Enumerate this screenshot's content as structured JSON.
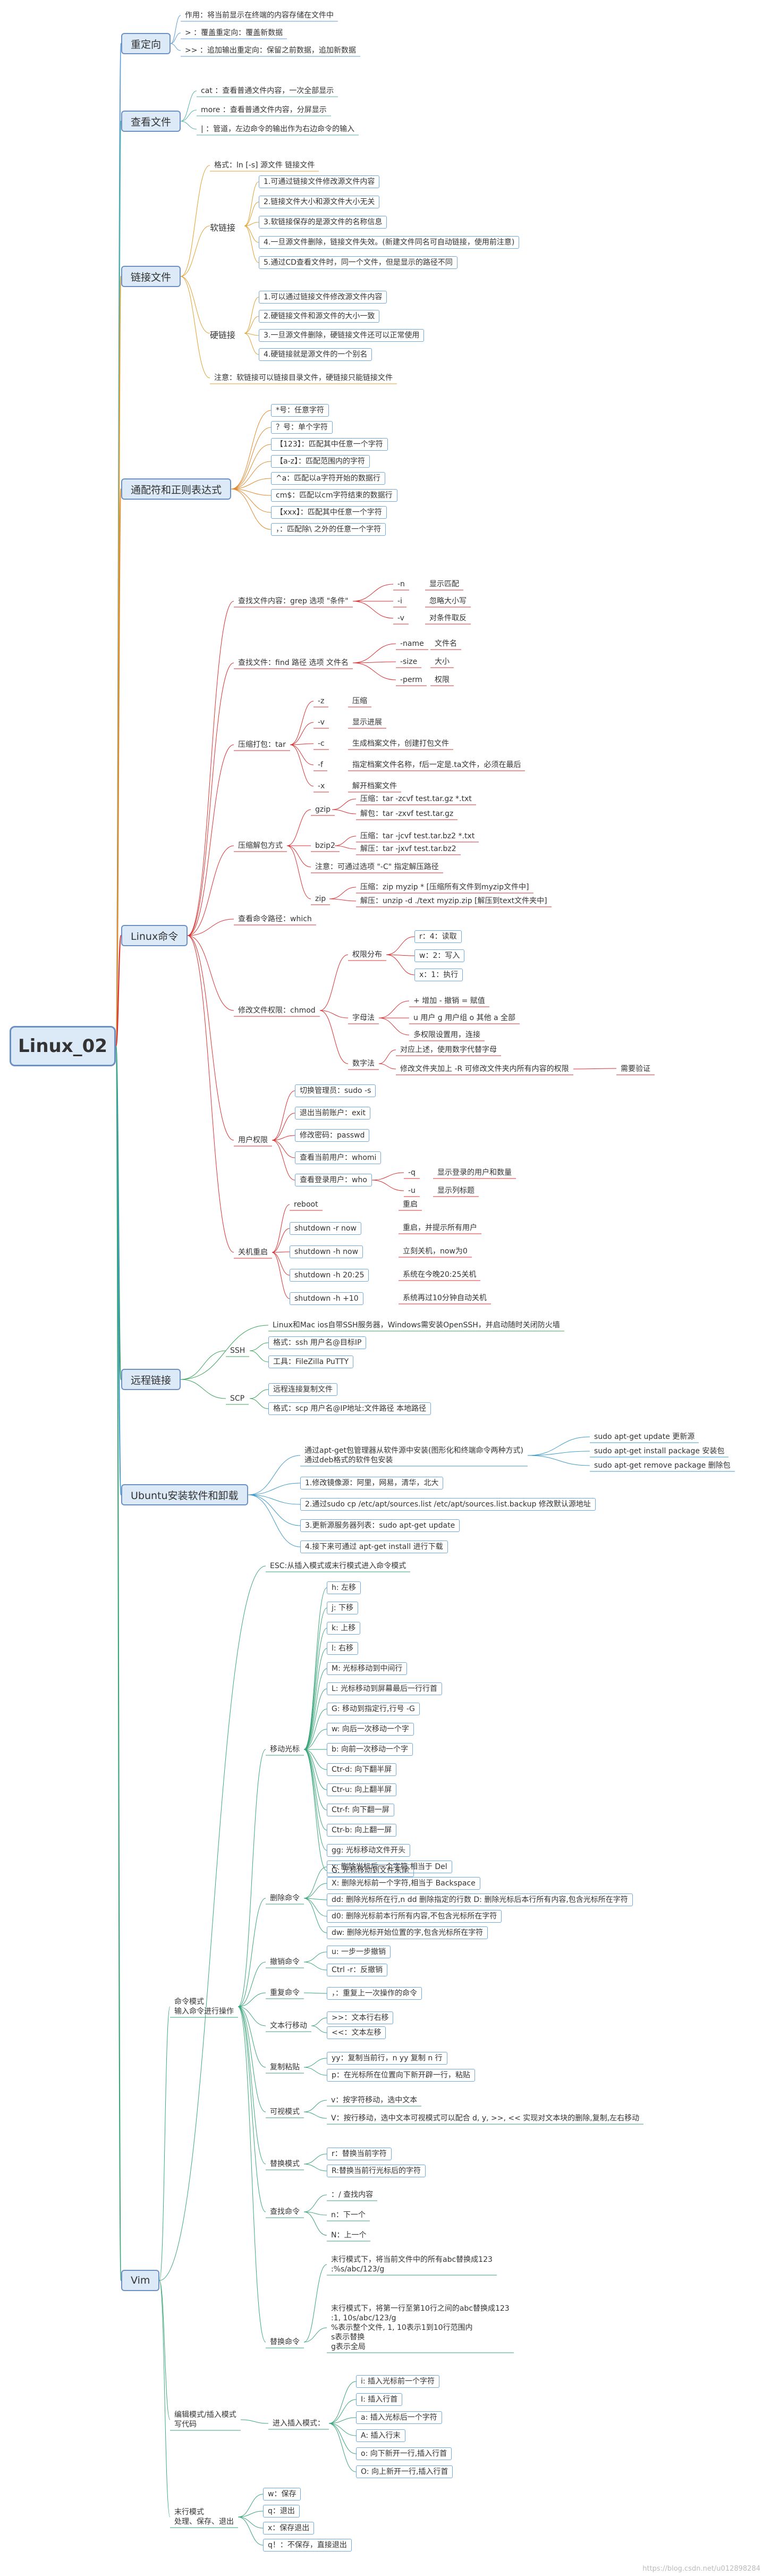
{
  "root": "Linux_02",
  "branches": {
    "redirect": {
      "title": "重定向",
      "items": [
        "作用：将当前显示在终端的内容存储在文件中",
        "> ：覆盖重定向：覆盖新数据",
        ">> ：追加输出重定向：保留之前数据，追加新数据"
      ]
    },
    "view_file": {
      "title": "查看文件",
      "items": [
        "cat ：查看普通文件内容，一次全部显示",
        "more ：查看普通文件内容，分屏显示",
        "| ：管道，左边命令的输出作为右边命令的输入"
      ]
    },
    "link_file": {
      "title": "链接文件",
      "format": "格式：ln [-s] 源文件 链接文件",
      "soft_label": "软链接",
      "soft": [
        "1.可通过链接文件修改源文件内容",
        "2.链接文件大小和源文件大小无关",
        "3.软链接保存的是源文件的名称信息",
        "4.一旦源文件删除，链接文件失效。(新建文件同名可自动链接，使用前注意)",
        "5.通过CD查看文件时，同一个文件，但是显示的路径不同"
      ],
      "hard_label": "硬链接",
      "hard": [
        "1.可以通过链接文件修改源文件内容",
        "2.硬链接文件和源文件的大小一致",
        "3.一旦源文件删除，硬链接文件还可以正常使用",
        "4.硬链接就是源文件的一个别名"
      ],
      "note": "注意：软链接可以链接目录文件，硬链接只能链接文件"
    },
    "wildcard": {
      "title": "通配符和正则表达式",
      "items": [
        "*号：任意字符",
        "？号：单个字符",
        "【123】：匹配其中任意一个字符",
        "【a-z】：匹配范围内的字符",
        "^a：匹配以a字符开始的数据行",
        "cm$：匹配以cm字符结束的数据行",
        "【xxx】：匹配其中任意一个字符",
        "，：匹配除\\ 之外的任意一个字符"
      ]
    },
    "linux_cmd": {
      "title": "Linux命令",
      "grep": {
        "label": "查找文件内容：grep 选项 \"条件\"",
        "opts": [
          [
            "-n",
            "显示匹配"
          ],
          [
            "-i",
            "忽略大小写"
          ],
          [
            "-v",
            "对条件取反"
          ]
        ]
      },
      "find": {
        "label": "查找文件：find 路径 选项 文件名",
        "opts": [
          [
            "-name",
            "文件名"
          ],
          [
            "-size",
            "大小"
          ],
          [
            "-perm",
            "权限"
          ]
        ]
      },
      "tar": {
        "label": "压缩打包：tar",
        "opts": [
          [
            "-z",
            "压缩"
          ],
          [
            "-v",
            "显示进展"
          ],
          [
            "-c",
            "生成档案文件，创建打包文件"
          ],
          [
            "-f",
            "指定档案文件名称，f后一定是.ta文件，必须在最后"
          ],
          [
            "-x",
            "解开档案文件"
          ]
        ]
      },
      "decompress": {
        "label": "压缩解包方式",
        "gzip_label": "gzip",
        "gzip": [
          "压缩：tar -zcvf test.tar.gz *.txt",
          "解包：tar -zxvf test.tar.gz"
        ],
        "bzip_label": "bzip2",
        "bzip": [
          "压缩：tar -jcvf test.tar.bz2 *.txt",
          "解压：tar -jxvf test.tar.bz2"
        ],
        "note": "注意：可通过选项  \"-C\"  指定解压路径",
        "zip_label": "zip",
        "zip": [
          "压缩：zip myzip * [压缩所有文件到myzip文件中]",
          "解压：unzip -d ./text myzip.zip [解压到text文件夹中]"
        ]
      },
      "which": "查看命令路径：which",
      "chmod": {
        "label": "修改文件权限：chmod",
        "dist_label": "权限分布",
        "dist": [
          "r：4：读取",
          "w：2：写入",
          "x：1：执行"
        ],
        "char_label": "字母法",
        "char": [
          "+ 增加  - 撤销  = 赋值",
          "u 用户  g 用户组  o 其他  a 全部",
          "多权限设置用，连接"
        ],
        "num_label": "数字法",
        "num": [
          "对应上述，使用数字代替字母",
          "修改文件夹加上 -R 可修改文件夹内所有内容的权限"
        ],
        "num_extra": "需要验证"
      },
      "user": {
        "label": "用户权限",
        "items": [
          "切换管理员：sudo -s",
          "退出当前账户：exit",
          "修改密码：passwd",
          "查看当前用户：whomi",
          "查看登录用户：who"
        ],
        "who_opts": [
          [
            "-q",
            "显示登录的用户和数量"
          ],
          [
            "-u",
            "显示列标题"
          ]
        ]
      },
      "shutdown": {
        "label": "关机重启",
        "opts": [
          [
            "reboot",
            "重启"
          ],
          [
            "shutdown -r now",
            "重启，并提示所有用户"
          ],
          [
            "shutdown -h now",
            "立刻关机，now为0"
          ],
          [
            "shutdown -h 20:25",
            "系统在今晚20:25关机"
          ],
          [
            "shutdown -h +10",
            "系统再过10分钟自动关机"
          ]
        ]
      }
    },
    "remote": {
      "title": "远程链接",
      "intro": "Linux和Mac ios自带SSH服务器，Windows需安装OpenSSH，并启动随时关闭防火墙",
      "ssh_label": "SSH",
      "ssh": [
        "格式：ssh 用户名@目标IP",
        "工具：FileZilla  PuTTY"
      ],
      "scp_label": "SCP",
      "scp": [
        "远程连接复制文件",
        "格式：scp 用户名@IP地址:文件路径 本地路径"
      ]
    },
    "ubuntu": {
      "title": "Ubuntu安装软件和卸载",
      "intro": "通过apt-get包管理器从软件源中安装(图形化和终端命令两种方式)\n通过deb格式的软件包安装",
      "apt": [
        "sudo apt-get update  更新源",
        "sudo apt-get install package 安装包",
        "sudo apt-get remove package 删除包"
      ],
      "steps": [
        "1.修改镜像源：阿里，网易，清华，北大",
        "2.通过sudo cp /etc/apt/sources.list /etc/apt/sources.list.backup 修改默认源地址",
        "3.更新源服务器列表：sudo apt-get update",
        "4.接下来可通过 apt-get install 进行下载"
      ]
    },
    "vim": {
      "title": "Vim",
      "esc": "ESC:从插入模式或末行模式进入命令模式",
      "cmd_mode": "命令模式\n输入命令进行操作",
      "move_label": "移动光标",
      "move": [
        "h: 左移",
        "j: 下移",
        "k: 上移",
        "l: 右移",
        "M: 光标移动到中间行",
        "L: 光标移动到屏幕最后一行行首",
        "G: 移动到指定行,行号 -G",
        "w: 向后一次移动一个字",
        "b: 向前一次移动一个字",
        "Ctr-d: 向下翻半屏",
        "Ctr-u: 向上翻半屏",
        "Ctr-f: 向下翻一屏",
        "Ctr-b: 向上翻一屏",
        "gg: 光标移动文件开头",
        "G: 光标移动到文件末尾"
      ],
      "del_label": "删除命令",
      "del": [
        "x: 删除光标后一个字符,相当于 Del",
        "X: 删除光标前一个字符,相当于 Backspace",
        "dd: 删除光标所在行,n dd 删除指定的行数 D: 删除光标后本行所有内容,包含光标所在字符",
        "d0: 删除光标前本行所有内容,不包含光标所在字符",
        "dw: 删除光标开始位置的字,包含光标所在字符"
      ],
      "undo_label": "撤销命令",
      "undo": [
        "u: 一步一步撤销",
        "Ctrl -r：反撤销"
      ],
      "repeat_label": "重复命令",
      "repeat": [
        "，：重复上一次操作的命令"
      ],
      "text_move_label": "文本行移动",
      "text_move": [
        ">>：文本行右移",
        "<<：文本左移"
      ],
      "copy_label": "复制粘贴",
      "copy": [
        "yy：复制当前行，n yy 复制 n 行",
        "p：在光标所在位置向下新开辟一行，粘贴"
      ],
      "visual_label": "可视模式",
      "visual": [
        "v：按字符移动，选中文本",
        "V：按行移动，选中文本可视模式可以配合 d, y, >>, << 实现对文本块的删除,复制,左右移动"
      ],
      "replace_label": "替换模式",
      "replace": [
        "r：替换当前字符",
        "R:替换当前行光标后的字符"
      ],
      "search_label": "查找命令",
      "search": [
        "：/ 查找内容",
        "n：下一个",
        "N：上一个"
      ],
      "sub_label": "替换命令",
      "sub": [
        "末行模式下，将当前文件中的所有abc替换成123\n:%s/abc/123/g",
        "末行模式下，将第一行至第10行之间的abc替换成123\n:1, 10s/abc/123/g\n%表示整个文件, 1, 10表示1到10行范围内\ns表示替换\ng表示全局"
      ],
      "edit_mode": "编辑模式/插入模式\n写代码",
      "insert_label": "进入插入模式：",
      "insert": [
        "i: 插入光标前一个字符",
        "I: 插入行首",
        "a: 插入光标后一个字符",
        "A: 插入行末",
        "o: 向下新开一行,插入行首",
        "O: 向上新开一行,插入行首"
      ],
      "last_mode": "末行模式\n处理、保存、退出",
      "last": [
        "w：保存",
        "q：退出",
        "x：保存退出",
        "q！：不保存，直接退出"
      ]
    }
  },
  "watermark": "https://blog.csdn.net/u012898284"
}
